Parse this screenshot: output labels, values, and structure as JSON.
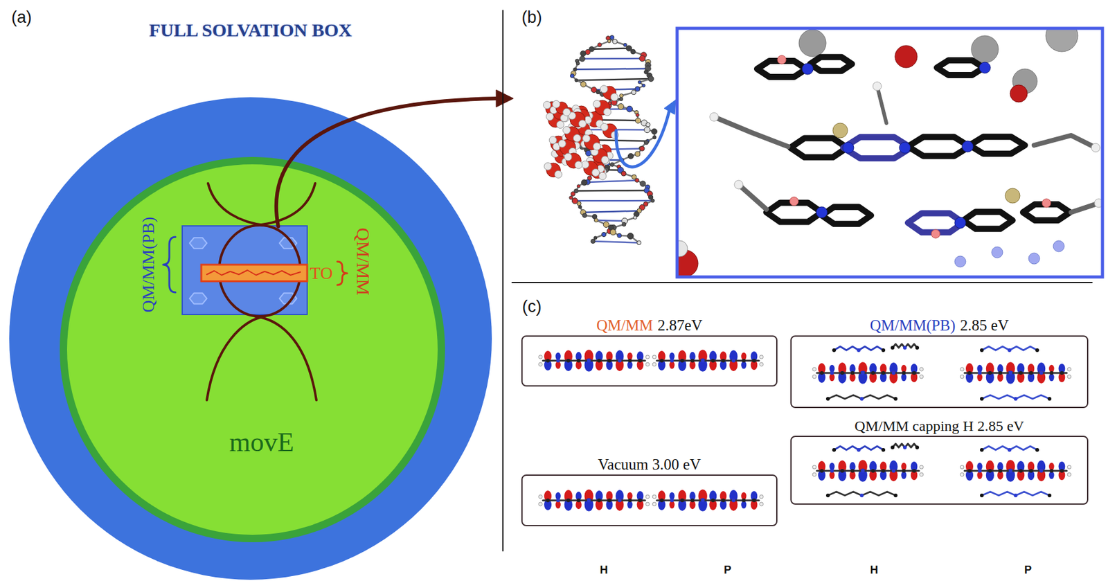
{
  "diagram": {
    "nodes": [
      {
        "text": [
          "FULL SOLVATION BOX"
        ]
      },
      {
        "text": [
          "movE"
        ],
        "in": 0
      },
      {
        "text": [
          "QM/MM",
          "2.87eV"
        ]
      },
      {
        "text": [
          "QM/MM(PB)",
          "2.85 eV"
        ]
      },
      {
        "text": [
          "Vacuum 3.00 eV"
        ]
      },
      {
        "text": [
          "QM/MM capping H 2.85 eV"
        ]
      }
    ],
    "labels": [
      "(a)",
      "QM/MM(PB)",
      "TO",
      "QM/MM",
      "(b)",
      "(c)",
      "H",
      "P",
      "H",
      "P"
    ]
  }
}
